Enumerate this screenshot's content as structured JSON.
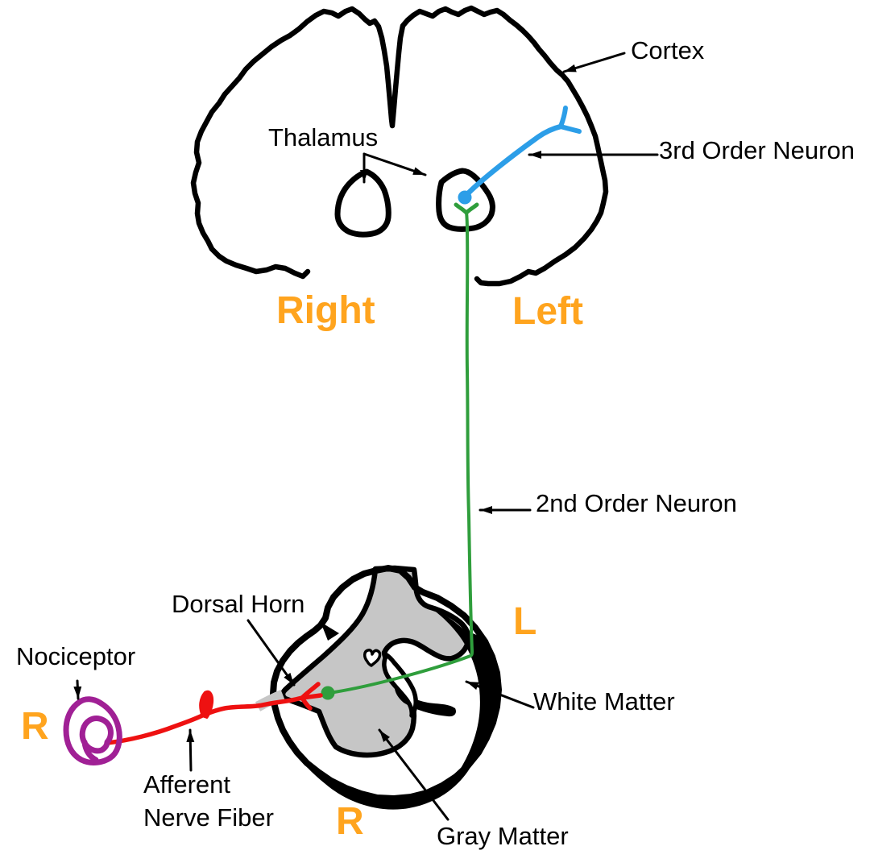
{
  "figure": {
    "kind": "anatomical pathway diagram",
    "subject": "Pain pathway: nociceptor to cortex via spinal cord and thalamus"
  },
  "labels": {
    "cortex": "Cortex",
    "thalamus": "Thalamus",
    "third_order_neuron": "3rd Order Neuron",
    "second_order_neuron": "2nd Order Neuron",
    "dorsal_horn": "Dorsal Horn",
    "nociceptor": "Nociceptor",
    "white_matter": "White Matter",
    "gray_matter": "Gray Matter",
    "afferent_line1": "Afferent",
    "afferent_line2": "Nerve Fiber"
  },
  "side_markers": {
    "brain_right": "Right",
    "brain_left": "Left",
    "cord_left_letter": "L",
    "cord_right_letter": "R",
    "nociceptor_side_letter": "R"
  },
  "colors": {
    "outline_black": "#000000",
    "side_marker_orange": "#FFA41E",
    "third_order_blue": "#2C9EE8",
    "second_order_green": "#2F9E3C",
    "afferent_red": "#EE1111",
    "nociceptor_magenta": "#A02095",
    "gray_matter_fill": "#C6C6C6",
    "background": "#FFFFFF"
  }
}
